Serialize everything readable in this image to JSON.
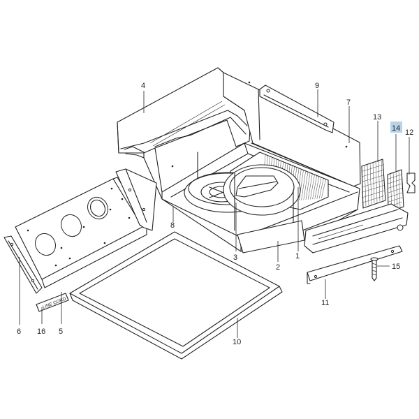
{
  "callouts": [
    {
      "id": "1",
      "label": "1"
    },
    {
      "id": "2",
      "label": "2"
    },
    {
      "id": "3",
      "label": "3"
    },
    {
      "id": "4",
      "label": "4"
    },
    {
      "id": "5",
      "label": "5"
    },
    {
      "id": "6",
      "label": "6"
    },
    {
      "id": "7",
      "label": "7"
    },
    {
      "id": "8",
      "label": "8"
    },
    {
      "id": "9",
      "label": "9"
    },
    {
      "id": "10",
      "label": "10"
    },
    {
      "id": "11",
      "label": "11"
    },
    {
      "id": "12",
      "label": "12"
    },
    {
      "id": "13",
      "label": "13"
    },
    {
      "id": "14",
      "label": "14"
    },
    {
      "id": "15",
      "label": "15"
    },
    {
      "id": "16",
      "label": "16"
    }
  ],
  "highlighted_callout": "14",
  "highlight_color": "#b7d3ea",
  "tag_text": "LINE CORD"
}
